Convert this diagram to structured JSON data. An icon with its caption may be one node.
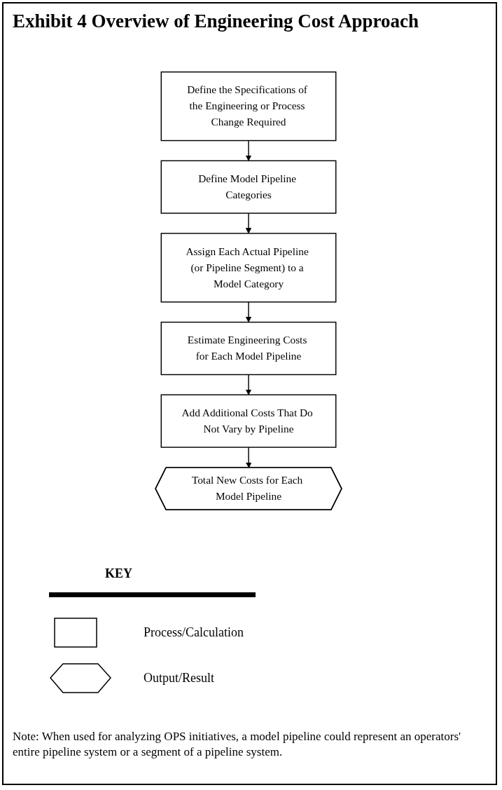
{
  "diagram": {
    "title": "Exhibit 4 Overview of Engineering Cost Approach",
    "nodes": [
      {
        "text": [
          "Define the Specifications of the Engineering or Process Change Required"
        ]
      },
      {
        "text": [
          "Define Model Pipeline Categories"
        ]
      },
      {
        "text": [
          "Assign Each Actual Pipeline (or Pipeline Segment) to a Model Category"
        ]
      },
      {
        "text": [
          "Estimate Engineering Costs for Each Model Pipeline"
        ]
      },
      {
        "text": [
          "Add Additional Costs That Do Not Vary by Pipeline"
        ]
      },
      {
        "text": [
          "Total New Costs for Each Model Pipeline"
        ]
      }
    ],
    "edges": [
      {
        "from": 0,
        "to": 1,
        "arrow": "to"
      },
      {
        "from": 1,
        "to": 2,
        "arrow": "to"
      },
      {
        "from": 2,
        "to": 3,
        "arrow": "to"
      },
      {
        "from": 3,
        "to": 4,
        "arrow": "to"
      },
      {
        "from": 4,
        "to": 5,
        "arrow": "to"
      }
    ],
    "labels": [
      "KEY",
      "Note: When used for analyzing OPS initiatives, a model pipeline could represent an operators' entire pipeline system or a segment of a pipeline system."
    ],
    "legend": [
      {
        "text": "Process/Calculation"
      },
      {
        "text": "Output/Result"
      }
    ]
  }
}
